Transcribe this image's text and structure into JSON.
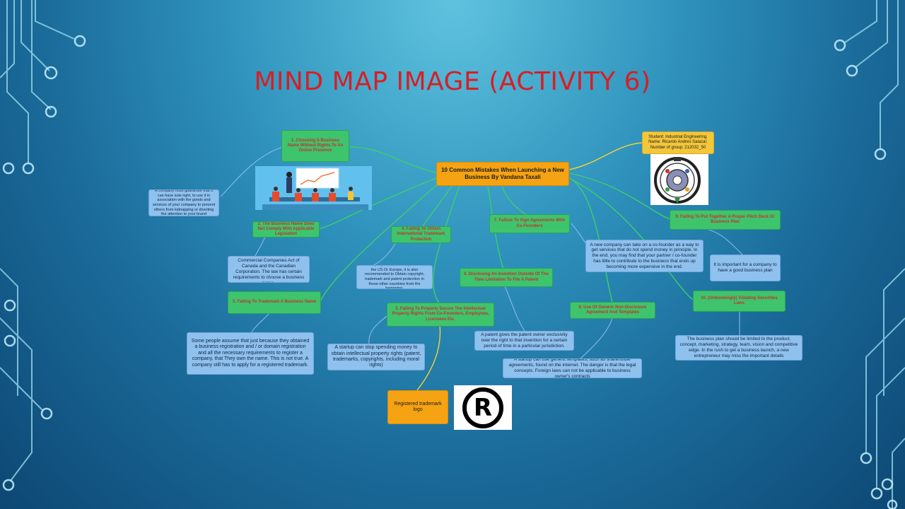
{
  "slide": {
    "title": "MIND MAP IMAGE (ACTIVITY 6)"
  },
  "mindmap": {
    "center": "10 Common Mistakes When Launching a New Business By Vandana Taxali",
    "student": "Student: Industrial Engineering.\nName: Ricardo Andres Salazar.\nNumber of group: 212032_50",
    "topics": {
      "t1": "1. Choosing A Business Name Without Rights To An Online Presence",
      "t2": "2. The Business Name Does Not Comply With Applicable Legislation",
      "t3": "3. Failing To Trademark A Business Name",
      "t4": "4. Failing To Obtain International Trademark Protection",
      "t5": "5. Failing To Properly Secure The Intellectual Property Rights From Co-Founders, Employees, Licensees Etc.",
      "t6": "6. Disclosing An Invention Outside Of The Time Limitation To File A Patent",
      "t7": "7. Failure To Sign Agreements With Co-Founders",
      "t8": "8. Use Of Generic Non-Disclosure Agreement And Templates",
      "t9": "9. Failing To Put Together A Proper Pitch Deck Or Business Plan",
      "t10": "10. (Unknowingly) Violating Securities Laws"
    },
    "notes": {
      "n1": "A company must guarantee that it can have sole right, to use it in association with the goods and services of your company to prevent others from kidnapping or diverting the attention to your brand",
      "n2": "The Trademark Law, the Commercial Companies Act of Canada and the Canadian Corporation. The law has certain requirements to choose a business name.",
      "n3": "Some people assume that just because they obtained a business registration and / or domain registration and all the necessary requirements to register a company, that They own the name. This is not true. A company still has to apply for a registered trademark.",
      "n4": "If a company conducts its operations in the US Or Europe, it is also recommended to Obtain copyright, trademark and patent protection in those other countries from the beginning.",
      "n5": "A startup can stop spending money to obtain intellectual property rights (patent, trademarks, copyrights, including moral rights)",
      "n6": "A patent gives the patent owner exclusivity over the right to that invention for a certain period of time in a particular jurisdiction.",
      "n7": "A new company can take on a co-founder as a way to get services that do not spend money in principle. In the end, you may find that your partner / co-founder has little to contribute to the business that ends up becoming more expensive in the end.",
      "n8": "A startup can use generic templates, such as shareholder agreements, found on the internet. The danger is that the legal concepts. Foreign laws can not be applicable to business owner's contracts",
      "n9": "It is important for a company to have a good business plan",
      "n10": "The business plan should be limited to the product, concept, marketing, strategy, team, vision and competitive edge. In the rush to get a business launch, a new entrepreneur may miss the important details"
    },
    "trademark_label": "Registered trademark logo",
    "trademark_symbol": "R",
    "colors": {
      "title": "#d81e25",
      "topic": "#3ec46d",
      "note": "#8fc1ee",
      "center": "#f5a312",
      "link_green": "#3fce6b",
      "link_yellow": "#f1d23a"
    },
    "icons": {
      "meeting": "business-meeting-illustration",
      "seal": "industrial-engineering-seal",
      "trademark": "registered-trademark-icon"
    }
  }
}
